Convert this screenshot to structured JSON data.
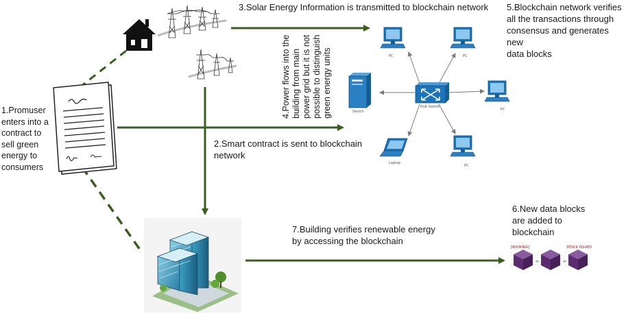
{
  "steps": {
    "s1": [
      "1.Promuser",
      "enters into a",
      "contract to",
      "sell green",
      "energy to",
      "consumers"
    ],
    "s2": [
      "2.Smart contract is sent to blockchain",
      "network"
    ],
    "s3": "3.Solar Energy Information is transmitted to blockchain network",
    "s4": [
      "4.Power flows into the",
      "building from main",
      "power grid but it is not",
      "possible to distinguish",
      "green energy units"
    ],
    "s5": [
      "5.Blockchain network verifies",
      "all the transactions through",
      "consensus and generates new",
      "data  blocks"
    ],
    "s6": [
      "6.New data blocks",
      "are added to",
      "blockchain"
    ],
    "s7": [
      "7.Building verifies renewable energy",
      "by accessing the blockchain"
    ]
  },
  "network_labels": {
    "pc_top_left": "PC",
    "pc_top_right": "PC",
    "server": "Switch",
    "hub": "Hub Switch",
    "pc_right": "PC",
    "laptop": "Laptop",
    "pc_bottom": "PC"
  },
  "block_labels": {
    "left": "[BOOKING]",
    "right": "STOCK ISSUED"
  },
  "colors": {
    "arrow": "#3a5e1f",
    "dashed": "#3a5e1f",
    "network_blue": "#1e74b8",
    "block_purple": "#5c2d6e"
  },
  "icons": [
    "house-icon",
    "power-tower-icon",
    "contract-document-icon",
    "building-icon",
    "computer-icon",
    "server-icon",
    "hub-switch-icon",
    "laptop-icon",
    "blockchain-cube-icon"
  ]
}
